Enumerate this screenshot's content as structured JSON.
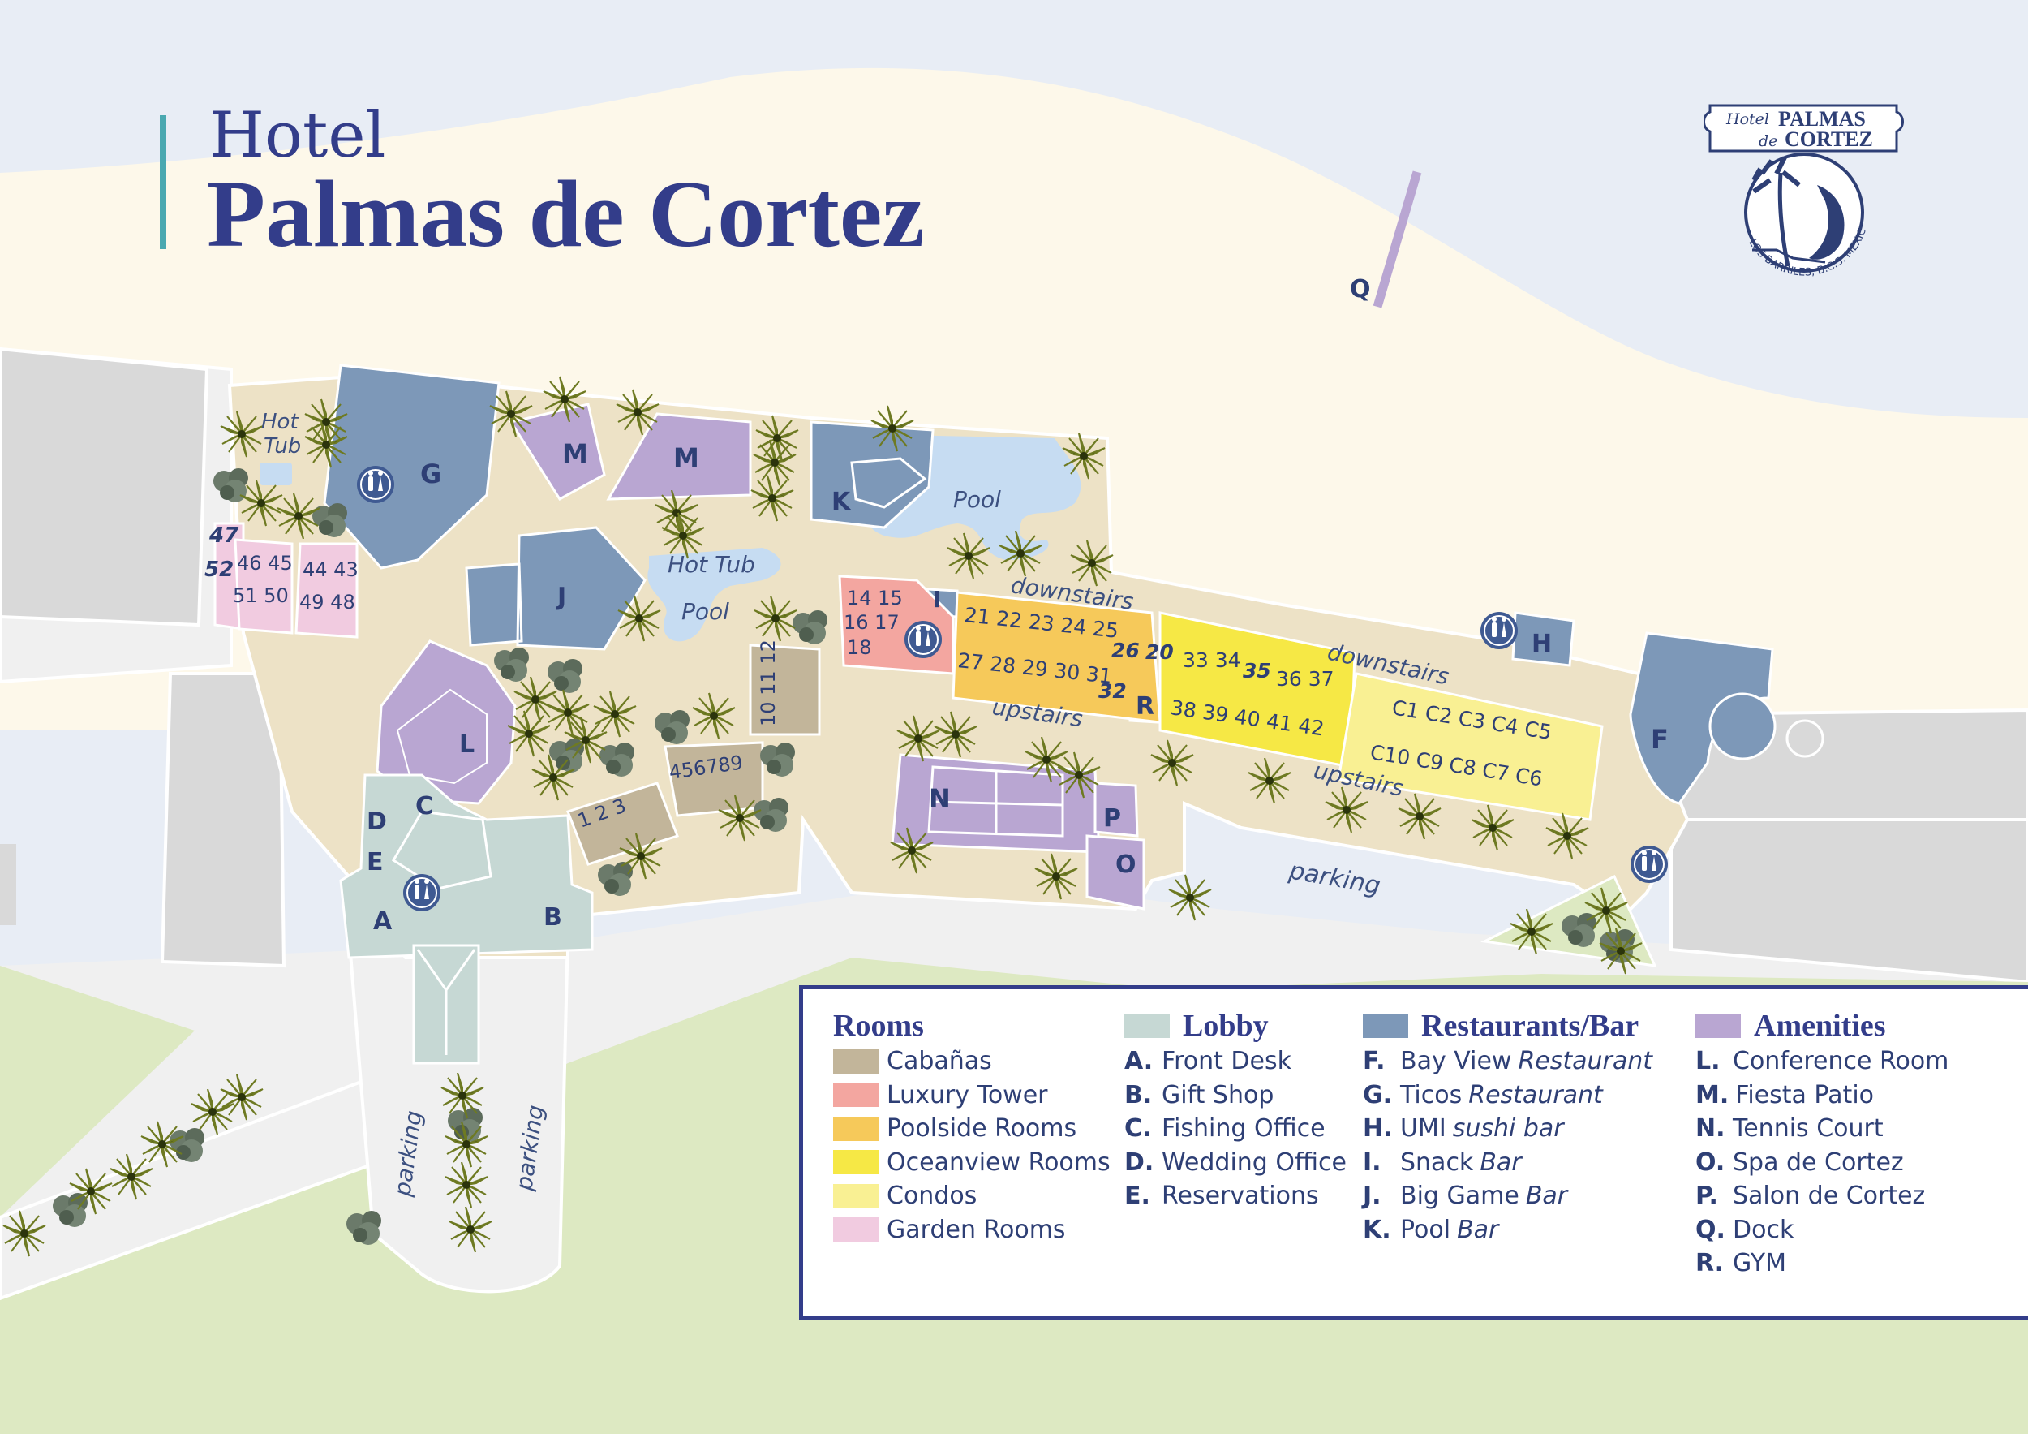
{
  "title": {
    "line1": "Hotel",
    "line2": "Palmas de Cortez"
  },
  "logo": {
    "hotel": "Hotel",
    "name1": "PALMAS",
    "de": "de",
    "name2": "CORTEZ",
    "location": "LOS BARRILES, B.C.S. MEXICO"
  },
  "colors": {
    "sea": "#e8edf5",
    "sand": "#fdf8ea",
    "grounds": "#ede2c6",
    "road": "#f0f0f0",
    "building_gray": "#d9d9d9",
    "grass": "#dde9c2",
    "pool": "#c6dcf2",
    "cabanas": "#c2b59a",
    "luxury": "#f3a6a0",
    "poolside": "#f6c95a",
    "oceanview": "#f6e845",
    "condos": "#f9f093",
    "garden": "#f1cbe0",
    "lobby": "#c6d8d4",
    "restaurant": "#7d98b8",
    "amenity": "#b9a6d2",
    "text": "#2e3f75"
  },
  "map_labels": {
    "hot_tub_a": "Hot",
    "hot_tub_b": "Tub",
    "hot_tub_2": "Hot Tub",
    "pool_1": "Pool",
    "pool_2": "Pool",
    "downstairs_1": "downstairs",
    "downstairs_2": "downstairs",
    "upstairs_1": "upstairs",
    "upstairs_2": "upstairs",
    "parking_1": "parking",
    "parking_2": "parking",
    "parking_3": "parking",
    "bldg_G": "G",
    "bldg_M1": "M",
    "bldg_M2": "M",
    "bldg_K": "K",
    "bldg_J": "J",
    "bldg_L": "L",
    "bldg_C": "C",
    "bldg_D": "D",
    "bldg_E": "E",
    "bldg_A": "A",
    "bldg_B": "B",
    "bldg_I": "I",
    "bldg_R": "R",
    "bldg_N": "N",
    "bldg_P": "P",
    "bldg_O": "O",
    "bldg_H": "H",
    "bldg_F": "F",
    "bldg_Q": "Q"
  },
  "room_numbers": {
    "garden_a": "47",
    "garden_b": "52",
    "garden_c": "46 45",
    "garden_d": "44 43",
    "garden_e": "51 50",
    "garden_f": "49 48",
    "luxury_a": "14 15",
    "luxury_b": "16 17",
    "luxury_c": "18",
    "poolside_a": "21 22 23 24 25",
    "poolside_b": "26",
    "poolside_c": "20",
    "poolside_d": "27 28 29 30 31",
    "poolside_e": "32",
    "ocean_a": "33 34",
    "ocean_b": "35",
    "ocean_c": "36 37",
    "ocean_d": "38 39 40 41 42",
    "condo_a": "C1 C2 C3 C4 C5",
    "condo_b": "C10 C9 C8 C7 C6",
    "cabana_a": "1 2 3",
    "cabana_b": "456789",
    "cabana_c": "10 11 12"
  },
  "legend": {
    "rooms": {
      "title": "Rooms",
      "items": [
        "Cabañas",
        "Luxury Tower",
        "Poolside Rooms",
        "Oceanview Rooms",
        "Condos",
        "Garden Rooms"
      ]
    },
    "lobby": {
      "title": "Lobby",
      "items": [
        {
          "key": "A.",
          "text": "Front Desk"
        },
        {
          "key": "B.",
          "text": "Gift Shop"
        },
        {
          "key": "C.",
          "text": "Fishing Office"
        },
        {
          "key": "D.",
          "text": "Wedding Office"
        },
        {
          "key": "E.",
          "text": "Reservations"
        }
      ]
    },
    "restaurants": {
      "title": "Restaurants/Bar",
      "items": [
        {
          "key": "F.",
          "text": "Bay View",
          "italic": "Restaurant"
        },
        {
          "key": "G.",
          "text": "Ticos",
          "italic": "Restaurant"
        },
        {
          "key": "H.",
          "text": "UMI",
          "italic": "sushi bar"
        },
        {
          "key": "I.",
          "text": "Snack",
          "italic": "Bar"
        },
        {
          "key": "J.",
          "text": "Big Game",
          "italic": "Bar"
        },
        {
          "key": "K.",
          "text": "Pool",
          "italic": "Bar"
        }
      ]
    },
    "amenities": {
      "title": "Amenities",
      "items": [
        {
          "key": "L.",
          "text": "Conference Room"
        },
        {
          "key": "M.",
          "text": "Fiesta Patio"
        },
        {
          "key": "N.",
          "text": "Tennis Court"
        },
        {
          "key": "O.",
          "text": "Spa de Cortez"
        },
        {
          "key": "P.",
          "text": "Salon de Cortez"
        },
        {
          "key": "Q.",
          "text": "Dock"
        },
        {
          "key": "R.",
          "text": "GYM"
        }
      ]
    }
  }
}
